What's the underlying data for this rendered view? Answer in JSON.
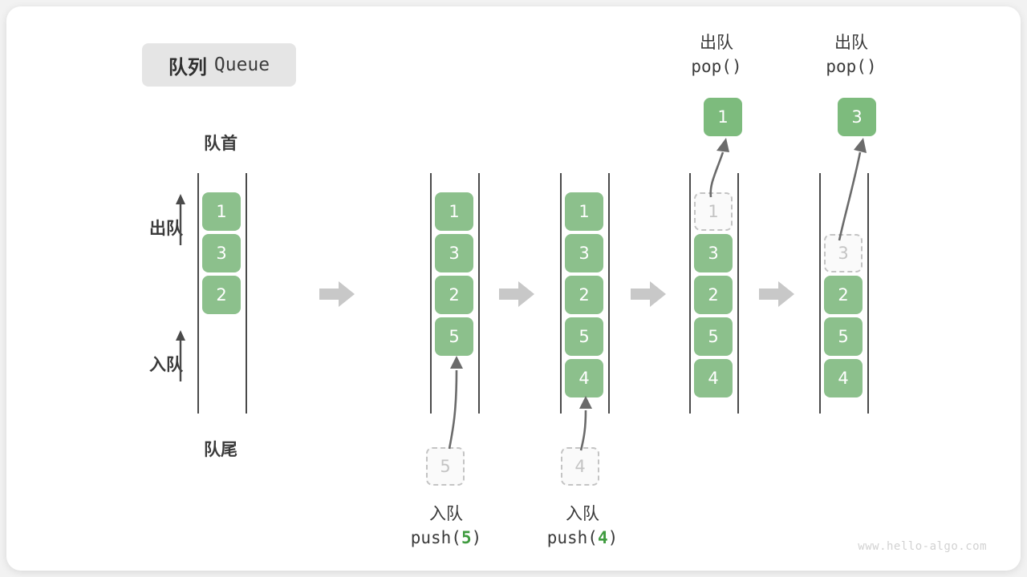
{
  "title": {
    "cn": "队列",
    "en": "Queue"
  },
  "labels": {
    "head": "队首",
    "tail": "队尾",
    "dequeue": "出队",
    "enqueue": "入队"
  },
  "watermark": "www.hello-algo.com",
  "colors": {
    "element": "#8cc08c",
    "ghost_border": "#c4c4c4",
    "ghost_fill": "#fafafa",
    "rail": "#4a4a4a",
    "step_arrow": "#c8c8c8",
    "badge_bg": "#e5e5e5",
    "code_number": "#3f9b3f",
    "card_bg": "#ffffff",
    "page_bg": "#f2f2f2"
  },
  "columns": [
    {
      "id": "col-initial",
      "cells": [
        "1",
        "3",
        "2"
      ],
      "ghost_index": null,
      "side_labels": true
    },
    {
      "id": "col-after-push-5",
      "cells": [
        "1",
        "3",
        "2",
        "5"
      ],
      "ghost_index": null,
      "incoming": "5"
    },
    {
      "id": "col-after-push-4",
      "cells": [
        "1",
        "3",
        "2",
        "5",
        "4"
      ],
      "ghost_index": null,
      "incoming": "4"
    },
    {
      "id": "col-pop-1",
      "cells": [
        "1",
        "3",
        "2",
        "5",
        "4"
      ],
      "ghost_index": 0,
      "outgoing": "1"
    },
    {
      "id": "col-pop-3",
      "cells": [
        "3",
        "2",
        "5",
        "4"
      ],
      "ghost_index": 0,
      "outgoing": "3"
    }
  ],
  "operations": {
    "push_5": {
      "cn": "入队",
      "code_prefix": "push(",
      "code_arg": "5",
      "code_suffix": ")",
      "ghost": "5"
    },
    "push_4": {
      "cn": "入队",
      "code_prefix": "push(",
      "code_arg": "4",
      "code_suffix": ")",
      "ghost": "4"
    },
    "pop_1": {
      "cn": "出队",
      "code_prefix": "pop(",
      "code_arg": "",
      "code_suffix": ")",
      "result": "1"
    },
    "pop_3": {
      "cn": "出队",
      "code_prefix": "pop(",
      "code_arg": "",
      "code_suffix": ")",
      "result": "3"
    }
  }
}
